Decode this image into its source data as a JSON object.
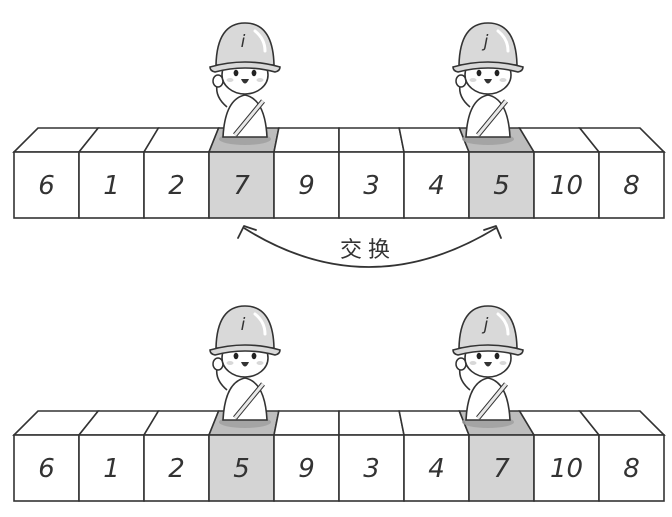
{
  "before": {
    "values": [
      "6",
      "1",
      "2",
      "7",
      "9",
      "3",
      "4",
      "5",
      "10",
      "8"
    ],
    "highlighted": [
      3,
      7
    ]
  },
  "after": {
    "values": [
      "6",
      "1",
      "2",
      "5",
      "9",
      "3",
      "4",
      "7",
      "10",
      "8"
    ],
    "highlighted": [
      3,
      7
    ]
  },
  "pointers": {
    "left_label": "i",
    "right_label": "j"
  },
  "swap_label": "交换",
  "colors": {
    "stroke": "#333333",
    "cell_fill": "#ffffff",
    "highlight_fill": "#d4d4d4",
    "top_fill": "#ffffff",
    "highlight_top_fill": "#bdbdbd",
    "helmet_fill": "#d9d9d9"
  }
}
